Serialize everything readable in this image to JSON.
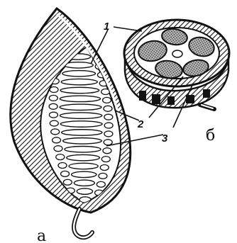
{
  "labels": {
    "n1": "1",
    "n2": "2",
    "n3": "3",
    "a": "а",
    "b": "б"
  },
  "colors": {
    "ink": "#111111",
    "paper": "#ffffff"
  }
}
